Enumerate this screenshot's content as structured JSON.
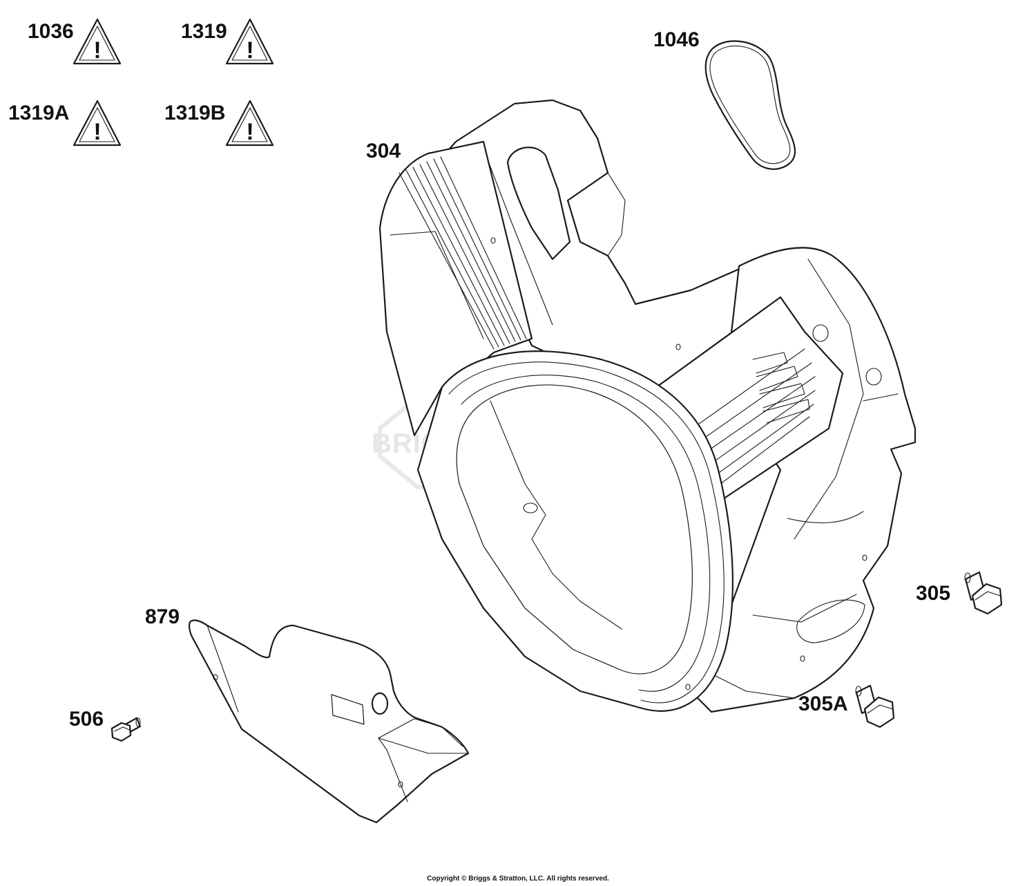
{
  "diagram": {
    "brand_watermark": "BRIGGS & STRATTON",
    "brand_watermark_mark": "®",
    "warning_symbol": "!",
    "warning_labels": [
      {
        "label": "1036"
      },
      {
        "label": "1319"
      },
      {
        "label": "1319A"
      },
      {
        "label": "1319B"
      }
    ],
    "parts": [
      {
        "label": "1046"
      },
      {
        "label": "304"
      },
      {
        "label": "305"
      },
      {
        "label": "305A"
      },
      {
        "label": "879"
      },
      {
        "label": "506"
      }
    ]
  },
  "footer": {
    "copyright": "Copyright © Briggs & Stratton, LLC. All rights reserved."
  }
}
